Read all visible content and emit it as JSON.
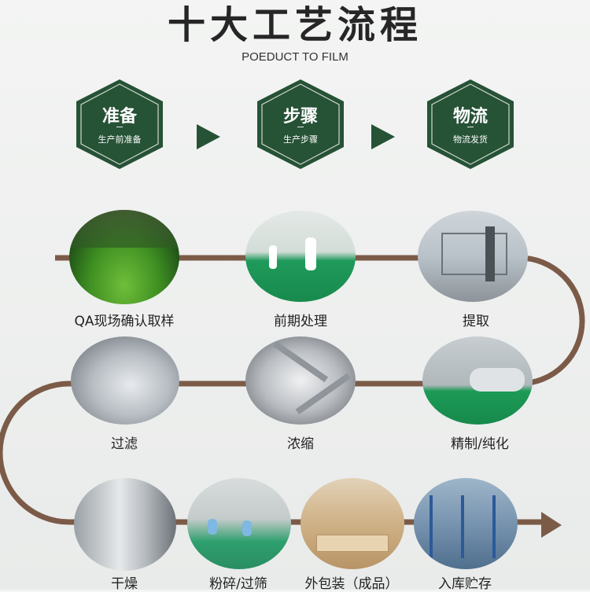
{
  "header": {
    "title": "十大工艺流程",
    "subtitle": "POEDUCT TO FILM"
  },
  "stages": [
    {
      "title": "准备",
      "sub": "生产前准备"
    },
    {
      "title": "步骤",
      "sub": "生产步骤"
    },
    {
      "title": "物流",
      "sub": "物流发货"
    }
  ],
  "steps": [
    {
      "label": "QA现场确认取样",
      "icon": "tea-field-photo"
    },
    {
      "label": "前期处理",
      "icon": "lab-photo"
    },
    {
      "label": "提取",
      "icon": "extraction-room-photo"
    },
    {
      "label": "过滤",
      "icon": "filter-tank-photo"
    },
    {
      "label": "浓缩",
      "icon": "mixer-photo"
    },
    {
      "label": "精制/纯化",
      "icon": "purification-photo"
    },
    {
      "label": "干燥",
      "icon": "dryer-photo"
    },
    {
      "label": "粉碎/过筛",
      "icon": "workers-photo"
    },
    {
      "label": "外包装（成品）",
      "icon": "cartons-photo"
    },
    {
      "label": "入库贮存",
      "icon": "warehouse-photo"
    }
  ],
  "colors": {
    "dark_green": "#265236",
    "flow_brown": "#7b5b48"
  }
}
